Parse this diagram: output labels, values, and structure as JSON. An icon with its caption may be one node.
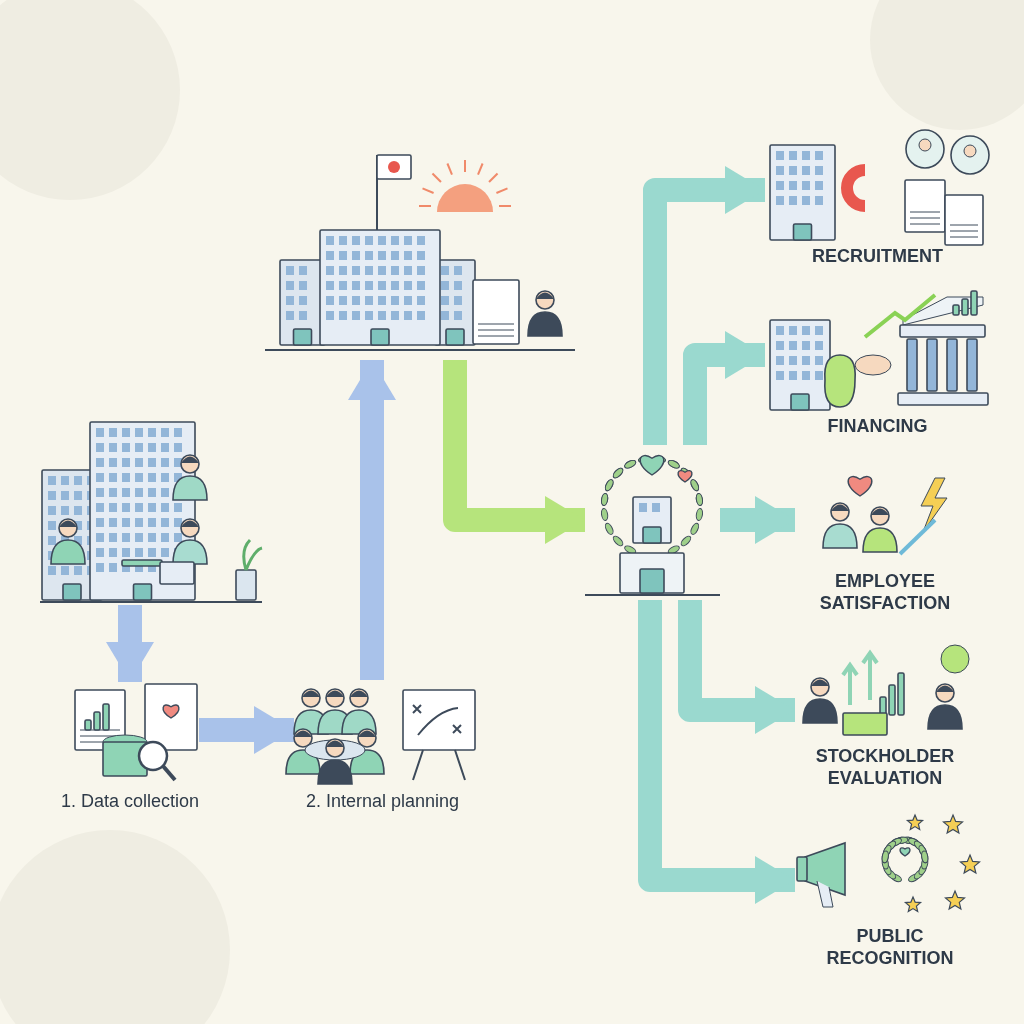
{
  "diagram": {
    "nodes": [
      {
        "text": [],
        "shape": "picture"
      },
      {
        "text": [
          "1. Data collection"
        ]
      },
      {
        "text": [
          "2. Internal planning"
        ]
      },
      {
        "text": [],
        "shape": "picture"
      },
      {
        "text": [],
        "shape": "picture"
      },
      {
        "text": [
          "RECRUITMENT"
        ]
      },
      {
        "text": [
          "FINANCING"
        ]
      },
      {
        "text": [
          "EMPLOYEE SATISFACTION"
        ]
      },
      {
        "text": [
          "STOCKHOLDER EVALUATION"
        ]
      },
      {
        "text": [
          "PUBLIC RECOGNITION"
        ]
      }
    ],
    "edges": [
      {
        "from": 0,
        "to": 1,
        "arrow": "to",
        "color": "#a9c2ea"
      },
      {
        "from": 1,
        "to": 2,
        "arrow": "to",
        "color": "#a9c2ea"
      },
      {
        "from": 2,
        "to": 3,
        "arrow": "to",
        "color": "#a9c2ea"
      },
      {
        "from": 3,
        "to": 4,
        "arrow": "to",
        "color": "#b6e47c"
      },
      {
        "from": 4,
        "to": 5,
        "arrow": "to"
      },
      {
        "from": 4,
        "to": 6,
        "arrow": "to"
      },
      {
        "from": 4,
        "to": 7,
        "arrow": "to"
      },
      {
        "from": 4,
        "to": 8,
        "arrow": "to"
      },
      {
        "from": 4,
        "to": 9,
        "arrow": "to"
      }
    ]
  }
}
